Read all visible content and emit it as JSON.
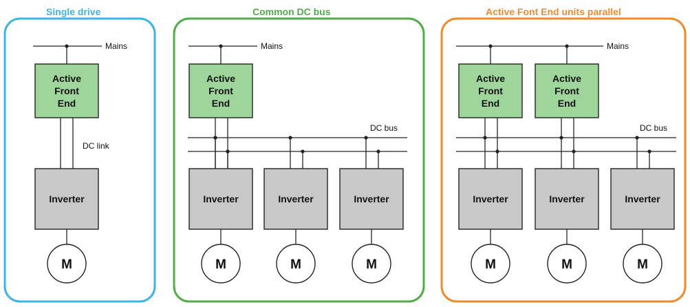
{
  "colors": {
    "panel_single": "#3db3e6",
    "panel_common": "#4fad45",
    "panel_parallel": "#f08a2c",
    "afe_fill": "#9ed59a",
    "inverter_fill": "#c8c8c8",
    "line": "#222222"
  },
  "panels": [
    {
      "title": "Single drive",
      "mains_label": "Mains",
      "afe_label": [
        "Active",
        "Front",
        "End"
      ],
      "link_label": "DC link",
      "inverter_label": "Inverter",
      "motor_label": "M"
    },
    {
      "title": "Common DC bus",
      "mains_label": "Mains",
      "afe_label": [
        "Active",
        "Front",
        "End"
      ],
      "bus_label": "DC bus",
      "inverter_labels": [
        "Inverter",
        "Inverter",
        "Inverter"
      ],
      "motor_labels": [
        "M",
        "M",
        "M"
      ]
    },
    {
      "title": "Active Font End units parallel",
      "mains_label": "Mains",
      "afe_labels": [
        [
          "Active",
          "Front",
          "End"
        ],
        [
          "Active",
          "Front",
          "End"
        ]
      ],
      "bus_label": "DC bus",
      "inverter_labels": [
        "Inverter",
        "Inverter",
        "Inverter"
      ],
      "motor_labels": [
        "M",
        "M",
        "M"
      ]
    }
  ]
}
